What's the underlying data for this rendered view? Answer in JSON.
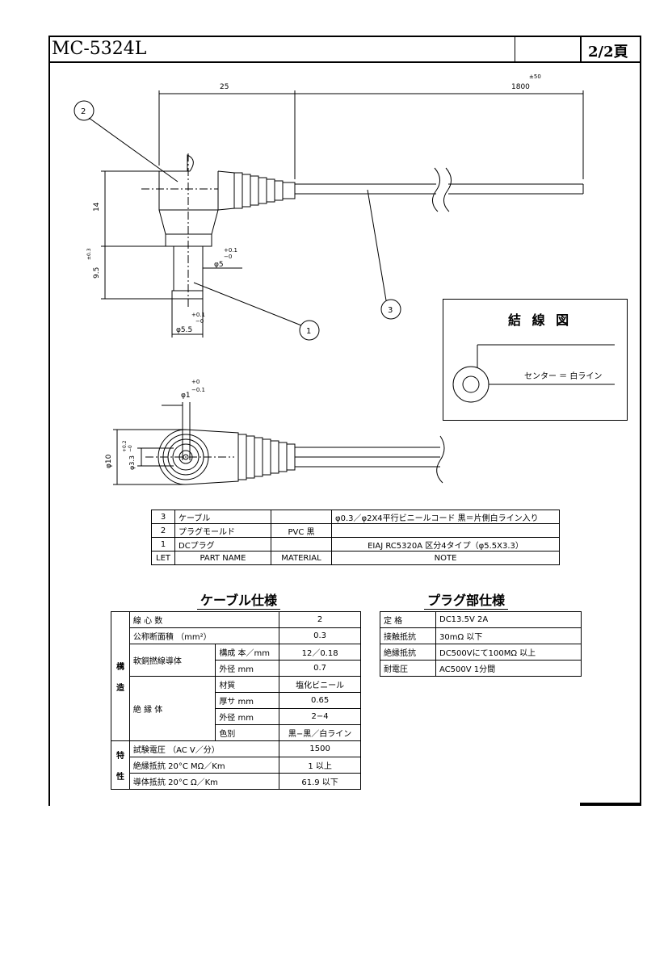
{
  "header": {
    "doc_no": "MC-5324L",
    "page": "2/2頁"
  },
  "drawing": {
    "dim_25": "25",
    "dim_1800": "1800",
    "dim_1800_tol": "±50",
    "dim_14": "14",
    "dim_95": "9.5",
    "dim_95_tol": "±0.3",
    "dim_phi5": "φ5",
    "dim_phi5_tol_plus": "+0.1",
    "dim_phi5_tol_minus": "−0",
    "dim_phi55": "φ5.5",
    "dim_phi55_tol_plus": "+0.1",
    "dim_phi55_tol_minus": "−0",
    "dim_phi1": "φ1",
    "dim_phi1_tol_plus": "+0",
    "dim_phi1_tol_minus": "−0.1",
    "dim_phi10": "φ10",
    "dim_phi33": "φ3.3",
    "dim_phi33_tol_plus": "+0.2",
    "dim_phi33_tol_minus": "−0",
    "balloon_1": "1",
    "balloon_2": "2",
    "balloon_3": "3"
  },
  "wiring": {
    "title": "結 線 図",
    "label": "センター ＝ 白ライン"
  },
  "parts_table": {
    "rows": [
      {
        "no": "3",
        "name": "ケーブル",
        "material": "",
        "note": "φ0.3／φ2X4平行ビニールコード 黒＝片側白ライン入り"
      },
      {
        "no": "2",
        "name": "プラグモールド",
        "material": "PVC 黒",
        "note": ""
      },
      {
        "no": "1",
        "name": "DCプラグ",
        "material": "",
        "note": "EIAJ RC5320A 区分4タイプ（φ5.5X3.3）"
      }
    ],
    "header": {
      "no": "LET",
      "name": "PART NAME",
      "material": "MATERIAL",
      "note": "NOTE"
    }
  },
  "cable_spec": {
    "title": "ケーブル仕様",
    "group_kozo": "構\n\n造",
    "group_tokusei": "特\n\n性",
    "core_count_label": "線 心 数",
    "core_count": "2",
    "area_label": "公称断面積 （mm²）",
    "area": "0.3",
    "conductor_label": "軟銅撚線導体",
    "conductor_comp_label": "構成 本／mm",
    "conductor_comp": "12／0.18",
    "conductor_od_label": "外径 mm",
    "conductor_od": "0.7",
    "insulator_label": "絶 縁 体",
    "ins_material_label": "材質",
    "ins_material": "塩化ビニール",
    "ins_thick_label": "厚サ mm",
    "ins_thick": "0.65",
    "ins_od_label": "外径 mm",
    "ins_od": "2−4",
    "ins_color_label": "色別",
    "ins_color": "黒−黒／白ライン",
    "test_voltage_label": "試験電圧 （AC V／分）",
    "test_voltage": "1500",
    "insulation_res_label": "絶縁抵抗 20°C MΩ／Km",
    "insulation_res": "1 以上",
    "conductor_res_label": "導体抵抗 20°C Ω／Km",
    "conductor_res": "61.9 以下"
  },
  "plug_spec": {
    "title": "プラグ部仕様",
    "rows": [
      {
        "label": "定 格",
        "value": "DC13.5V 2A"
      },
      {
        "label": "接触抵抗",
        "value": "30mΩ 以下"
      },
      {
        "label": "絶縁抵抗",
        "value": "DC500Vにて100MΩ 以上"
      },
      {
        "label": "耐電圧",
        "value": "AC500V 1分間"
      }
    ]
  }
}
